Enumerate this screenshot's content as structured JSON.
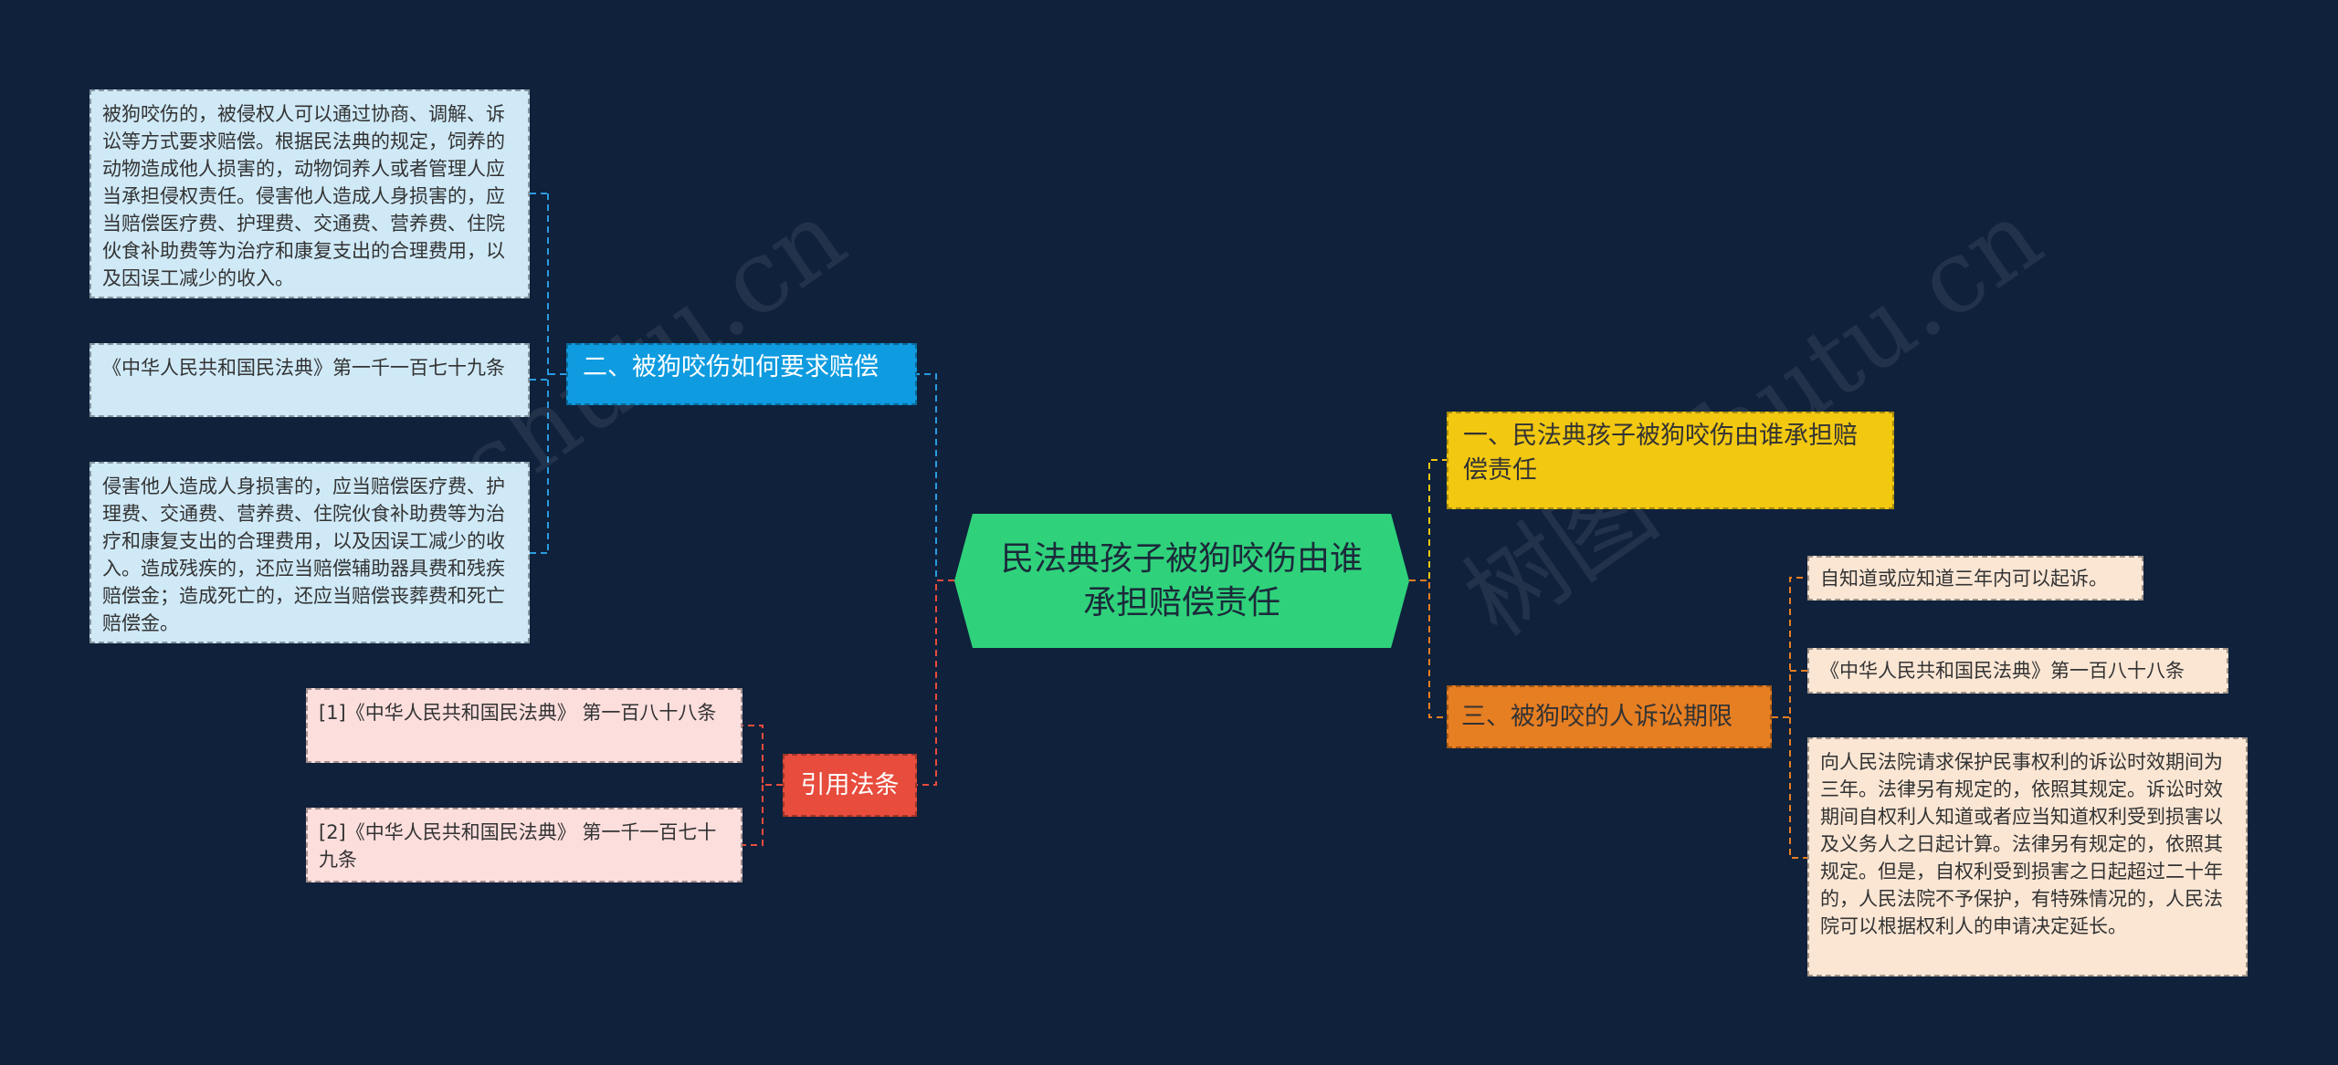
{
  "center": {
    "title": "民法典孩子被狗咬伤由谁承担赔偿责任"
  },
  "branches": {
    "b1": {
      "title": "一、民法典孩子被狗咬伤由谁承担赔偿责任"
    },
    "b2": {
      "title": "二、被狗咬伤如何要求赔偿",
      "items": [
        "被狗咬伤的，被侵权人可以通过协商、调解、诉讼等方式要求赔偿。根据民法典的规定，饲养的动物造成他人损害的，动物饲养人或者管理人应当承担侵权责任。侵害他人造成人身损害的，应当赔偿医疗费、护理费、交通费、营养费、住院伙食补助费等为治疗和康复支出的合理费用，以及因误工减少的收入。",
        "《中华人民共和国民法典》第一千一百七十九条",
        "侵害他人造成人身损害的，应当赔偿医疗费、护理费、交通费、营养费、住院伙食补助费等为治疗和康复支出的合理费用，以及因误工减少的收入。造成残疾的，还应当赔偿辅助器具费和残疾赔偿金；造成死亡的，还应当赔偿丧葬费和死亡赔偿金。"
      ]
    },
    "b3": {
      "title": "三、被狗咬的人诉讼期限",
      "items": [
        "自知道或应知道三年内可以起诉。",
        "《中华人民共和国民法典》第一百八十八条",
        "向人民法院请求保护民事权利的诉讼时效期间为三年。法律另有规定的，依照其规定。诉讼时效期间自权利人知道或者应当知道权利受到损害以及义务人之日起计算。法律另有规定的，依照其规定。但是，自权利受到损害之日起超过二十年的，人民法院不予保护，有特殊情况的，人民法院可以根据权利人的申请决定延长。"
      ]
    },
    "refs": {
      "title": "引用法条",
      "items": [
        "[1]《中华人民共和国民法典》 第一百八十八条",
        "[2]《中华人民共和国民法典》 第一千一百七十九条"
      ]
    }
  },
  "watermark": "树图 shutu.cn",
  "colors": {
    "background": "#0f213b",
    "blue": "#0e9be0",
    "green": "#2fd27b",
    "yellow": "#f2c811",
    "orange": "#e67e22",
    "red": "#e74c3c"
  }
}
